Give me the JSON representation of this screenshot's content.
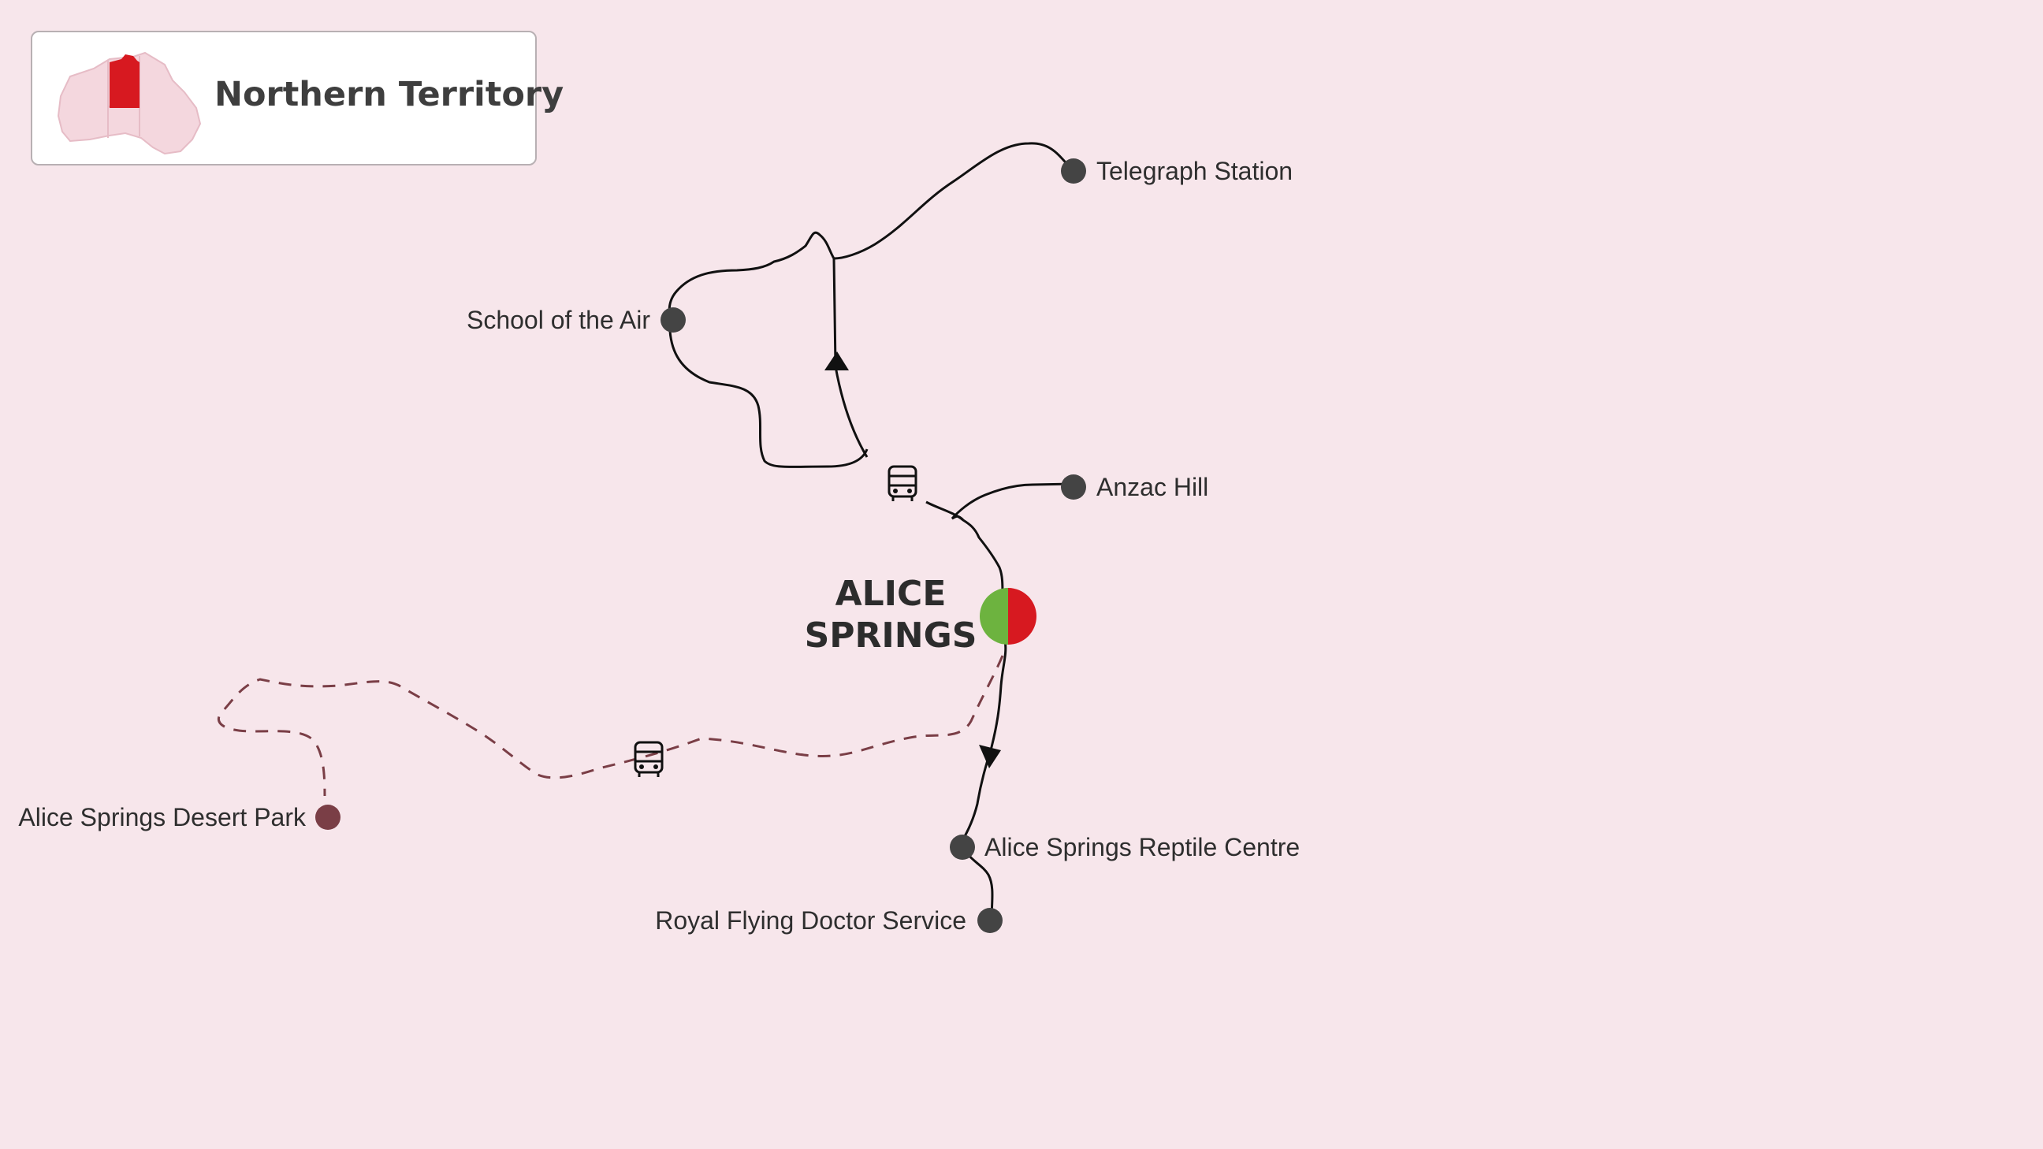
{
  "region": {
    "title": "Northern Territory",
    "map_icon": "australia-map-icon",
    "highlight_color": "#d71920"
  },
  "main_stop": {
    "line1": "ALICE",
    "line2": "SPRINGS",
    "colors": [
      "#6db33f",
      "#d71920"
    ]
  },
  "stops": {
    "telegraph_station": "Telegraph Station",
    "school_of_the_air": "School of the Air",
    "anzac_hill": "Anzac Hill",
    "desert_park": "Alice Springs Desert Park",
    "reptile_centre": "Alice Springs Reptile Centre",
    "flying_doctor": "Royal Flying Doctor Service"
  },
  "icons": {
    "transport": "bus-icon",
    "direction": "arrow-icon"
  },
  "colors": {
    "background": "#f7e6eb",
    "route": "#111111",
    "stop_dot": "#444444",
    "desert_route": "#7a3e46"
  }
}
